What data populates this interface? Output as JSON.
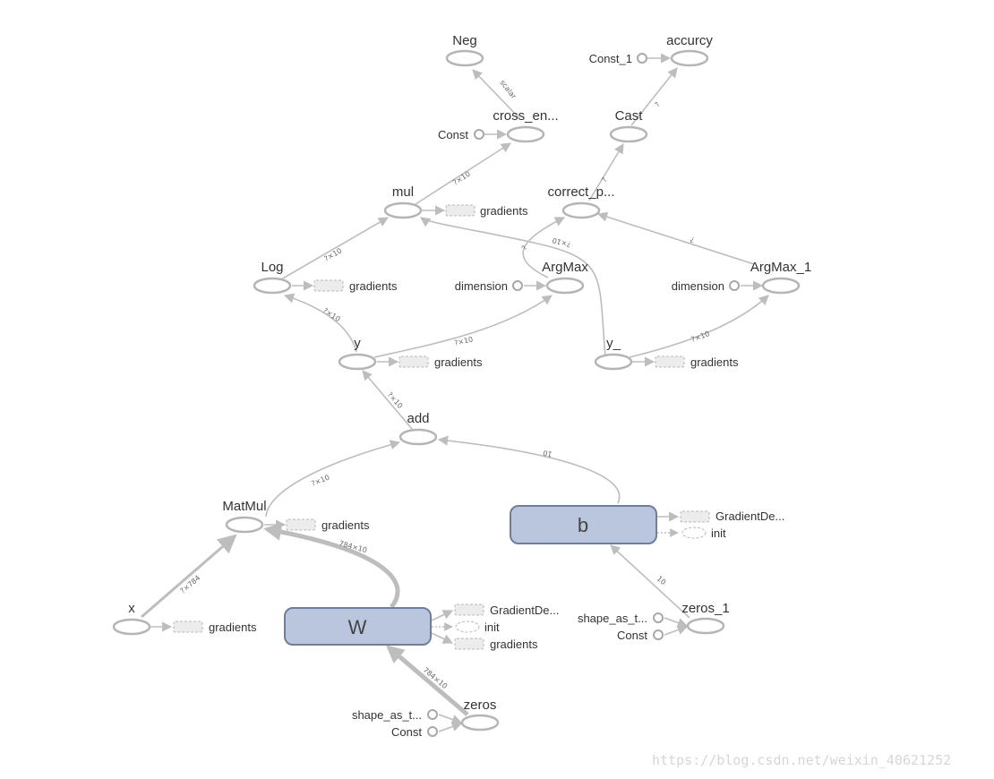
{
  "nodes": {
    "neg": "Neg",
    "accurcy": "accurcy",
    "const_1": "Const_1",
    "cross_en": "cross_en...",
    "const_ce": "Const",
    "cast": "Cast",
    "mul": "mul",
    "correct_p": "correct_p...",
    "log": "Log",
    "argmax": "ArgMax",
    "argmax_1": "ArgMax_1",
    "dimension_a": "dimension",
    "dimension_b": "dimension",
    "y": "y",
    "y_": "y_",
    "add": "add",
    "matmul": "MatMul",
    "b": "b",
    "w": "W",
    "x": "x",
    "zeros": "zeros",
    "zeros_1": "zeros_1",
    "shape_as_t_w": "shape_as_t...",
    "const_w": "Const",
    "shape_as_t_b": "shape_as_t...",
    "const_b": "Const"
  },
  "aux": {
    "gradients": "gradients",
    "gradient_de": "GradientDe...",
    "init": "init"
  },
  "edge_labels": {
    "scalar": "scalar",
    "q10": "?×10",
    "q": "?",
    "ten": "10",
    "q784": "?×784",
    "w784": "784×10"
  },
  "watermark": "https://blog.csdn.net/weixin_40621252"
}
